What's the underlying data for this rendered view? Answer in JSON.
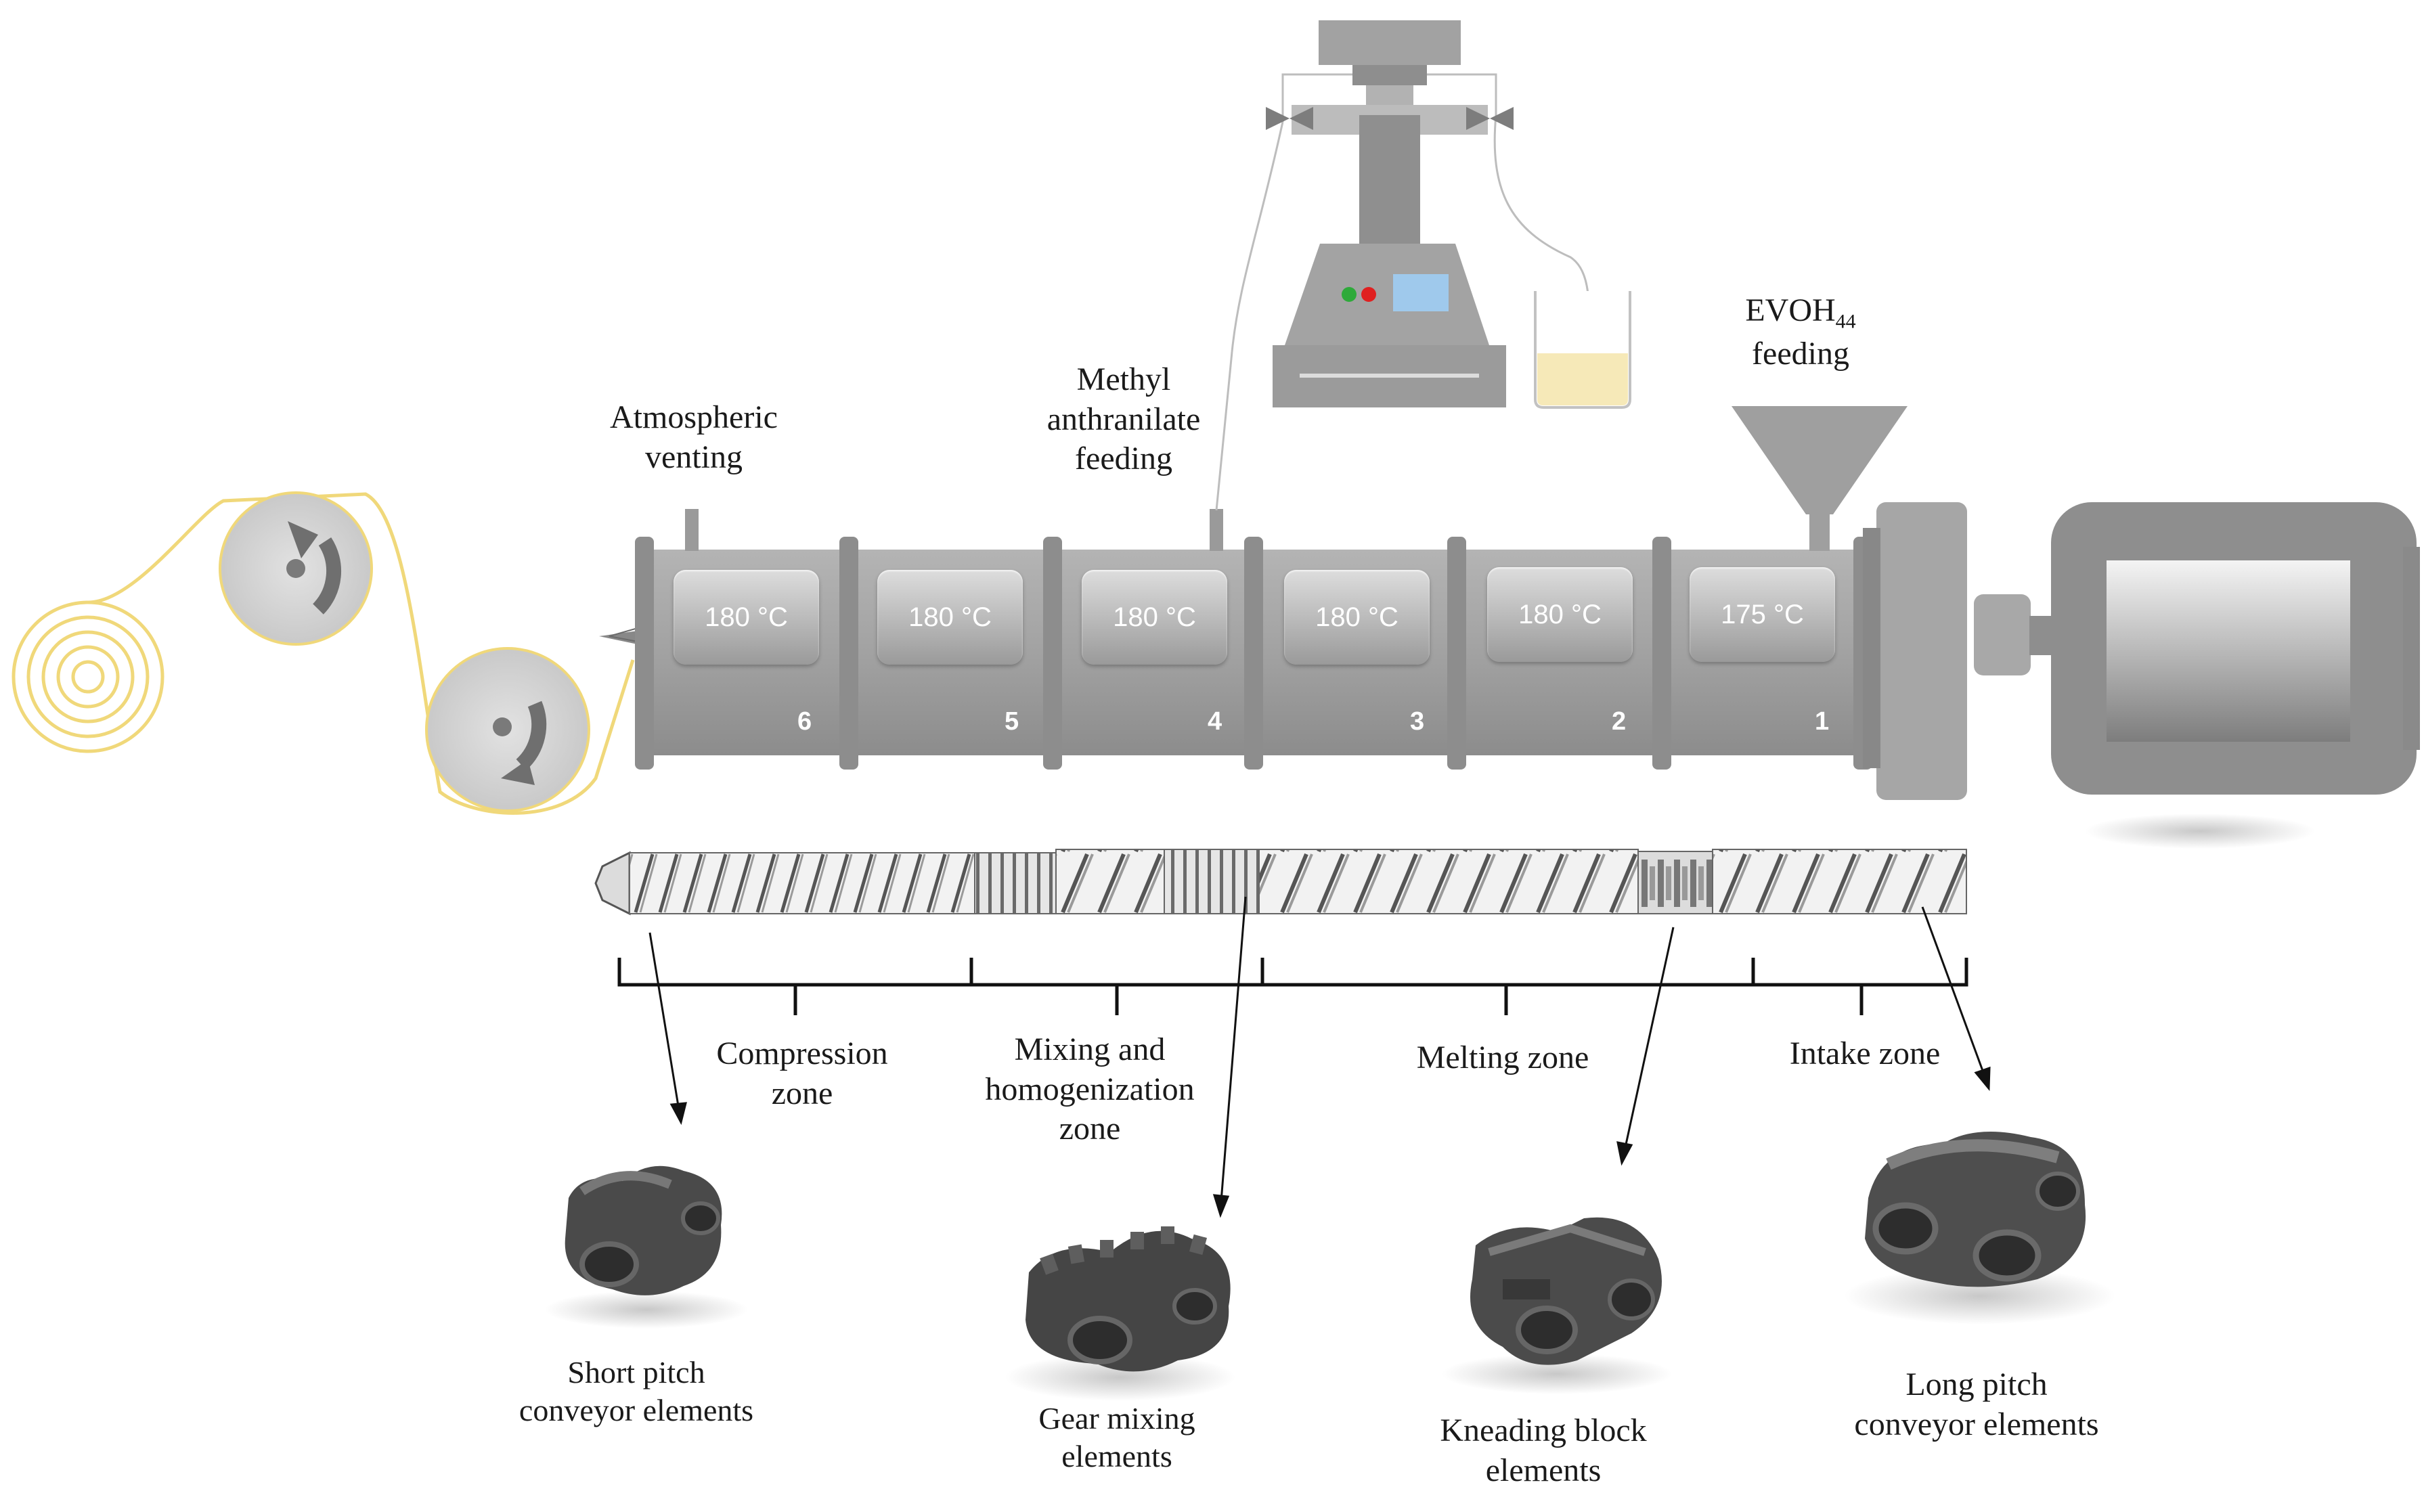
{
  "labels": {
    "atmospheric_venting": [
      "Atmospheric",
      "venting"
    ],
    "methyl_feeding": [
      "Methyl",
      "anthranilate",
      "feeding"
    ],
    "evoh_feeding": {
      "base": "EVOH",
      "sub": "44",
      "line2": "feeding"
    }
  },
  "barrel_zones": [
    {
      "temp": "180 °C",
      "number": "6"
    },
    {
      "temp": "180 °C",
      "number": "5"
    },
    {
      "temp": "180 °C",
      "number": "4"
    },
    {
      "temp": "180 °C",
      "number": "3"
    },
    {
      "temp": "180 °C",
      "number": "2"
    },
    {
      "temp": "175 °C",
      "number": "1"
    }
  ],
  "screw_zones": {
    "compression": [
      "Compression",
      "zone"
    ],
    "mixing": [
      "Mixing and",
      "homogenization",
      "zone"
    ],
    "melting": [
      "Melting zone"
    ],
    "intake": [
      "Intake zone"
    ]
  },
  "elements": {
    "short_pitch": [
      "Short pitch",
      "conveyor elements"
    ],
    "gear_mixing": [
      "Gear mixing",
      "elements"
    ],
    "kneading": [
      "Kneading block",
      "elements"
    ],
    "long_pitch": [
      "Long pitch",
      "conveyor elements"
    ]
  },
  "colors": {
    "machine_gray": "#a3a3a3",
    "dark_gray": "#6f6f6f",
    "film_yellow": "#f0d87a",
    "led_green": "#2eaa3a",
    "led_red": "#e02020",
    "screen_blue": "#9fc9ec",
    "liquid": "#f6e9b8"
  }
}
